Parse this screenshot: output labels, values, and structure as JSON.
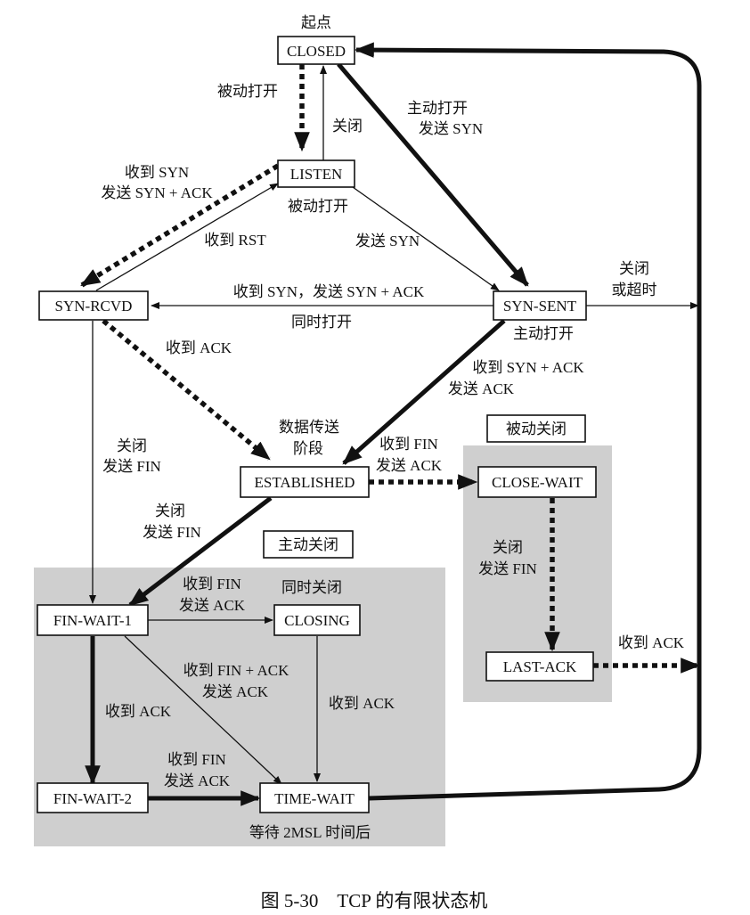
{
  "states": {
    "closed": "CLOSED",
    "listen": "LISTEN",
    "syn_rcvd": "SYN-RCVD",
    "syn_sent": "SYN-SENT",
    "established": "ESTABLISHED",
    "close_wait": "CLOSE-WAIT",
    "last_ack": "LAST-ACK",
    "fin_wait_1": "FIN-WAIT-1",
    "closing": "CLOSING",
    "fin_wait_2": "FIN-WAIT-2",
    "time_wait": "TIME-WAIT"
  },
  "regions": {
    "passive_close": "被动关闭",
    "active_close": "主动关闭"
  },
  "labels": {
    "start": "起点",
    "passive_open_1": "被动打开",
    "close_1": "关闭",
    "active_open_send_syn_1": "主动打开",
    "active_open_send_syn_2": "发送 SYN",
    "recv_syn_send_synack_1": "收到 SYN",
    "recv_syn_send_synack_2": "发送 SYN + ACK",
    "passive_open_2": "被动打开",
    "recv_rst": "收到 RST",
    "send_syn": "发送 SYN",
    "close_or_timeout_1": "关闭",
    "close_or_timeout_2": "或超时",
    "simul_recv": "收到 SYN，发送 SYN + ACK",
    "simul_open": "同时打开",
    "active_open_2": "主动打开",
    "recv_ack_1": "收到 ACK",
    "recv_synack_send_ack_1": "收到 SYN + ACK",
    "recv_synack_send_ack_2": "发送 ACK",
    "data_transfer_1": "数据传送",
    "data_transfer_2": "阶段",
    "close_send_fin_a1": "关闭",
    "close_send_fin_a2": "发送 FIN",
    "recv_fin_send_ack_a1": "收到 FIN",
    "recv_fin_send_ack_a2": "发送 ACK",
    "close_send_fin_b1": "关闭",
    "close_send_fin_b2": "发送 FIN",
    "close_send_fin_c1": "关闭",
    "close_send_fin_c2": "发送 FIN",
    "recv_fin_send_ack_b1": "收到 FIN",
    "recv_fin_send_ack_b2": "发送 ACK",
    "simul_close": "同时关闭",
    "recv_finack_send_ack_1": "收到 FIN + ACK",
    "recv_finack_send_ack_2": "发送 ACK",
    "recv_ack_2": "收到 ACK",
    "recv_ack_3": "收到 ACK",
    "recv_ack_4": "收到 ACK",
    "recv_fin_send_ack_c1": "收到 FIN",
    "recv_fin_send_ack_c2": "发送 ACK",
    "wait_2msl": "等待 2MSL 时间后"
  },
  "caption": "图 5-30    TCP 的有限状态机"
}
